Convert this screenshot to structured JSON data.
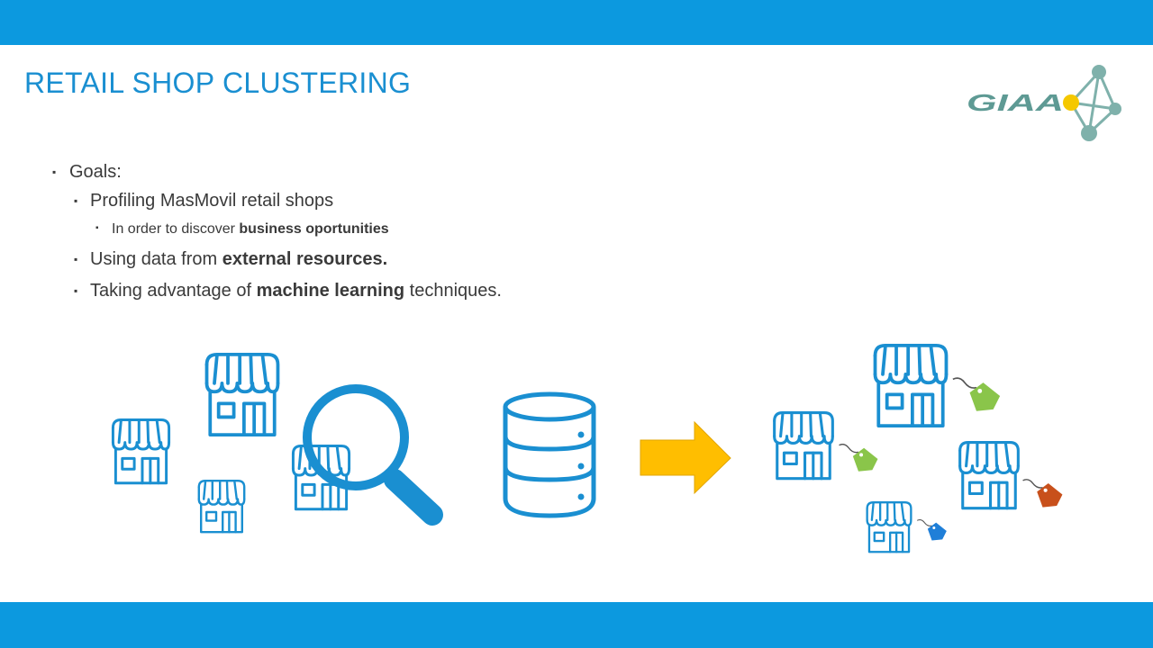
{
  "slide": {
    "title": "RETAIL SHOP CLUSTERING",
    "logo_text": "GIAA",
    "bullets": {
      "goals": "Goals:",
      "profiling": "Profiling MasMovil retail shops",
      "discover_prefix": "In order to discover ",
      "discover_bold": "business oportunities",
      "using_prefix": "Using data from ",
      "using_bold": "external resources.",
      "taking_prefix": "Taking advantage of ",
      "taking_bold": "machine learning",
      "taking_suffix": " techniques."
    }
  },
  "colors": {
    "band": "#0c99df",
    "title": "#1a8fd1",
    "icon_stroke": "#1a8fd1",
    "arrow": "#ffbe00",
    "tag_green": "#8ac54a",
    "tag_blue": "#1f7fd8",
    "tag_orange": "#c8501b",
    "logo_text": "#5e9a94",
    "logo_node": "#7fb1ab",
    "logo_sun": "#f5c800"
  },
  "icons": {
    "shop": "shop-icon",
    "magnifier": "magnifier-icon",
    "database": "database-icon",
    "arrow": "right-arrow-icon",
    "tag": "price-tag-icon"
  }
}
